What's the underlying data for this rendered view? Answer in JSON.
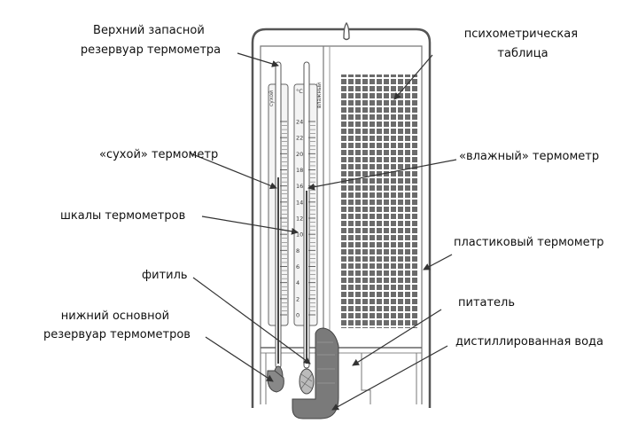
{
  "labels": {
    "upper_reservoir": [
      "Верхний запасной",
      "резервуар термометра"
    ],
    "psychro_table": [
      "психометрическая",
      "таблица"
    ],
    "dry_thermometer": "«сухой» термометр",
    "wet_thermometer": "«влажный» термометр",
    "scales": "шкалы термометров",
    "plastic_case": "пластиковый термометр",
    "wick": "фитиль",
    "feeder": "питатель",
    "lower_reservoir": [
      "нижний основной",
      "резервуар термометров"
    ],
    "distilled_water": "дистиллированная вода"
  },
  "thermometer": {
    "unit": "°C",
    "dry_tag": "сухой",
    "wet_tag": "влажный",
    "ticks": [
      "24",
      "22",
      "20",
      "18",
      "16",
      "14",
      "12",
      "10",
      "8",
      "6",
      "4",
      "2",
      "0"
    ]
  }
}
